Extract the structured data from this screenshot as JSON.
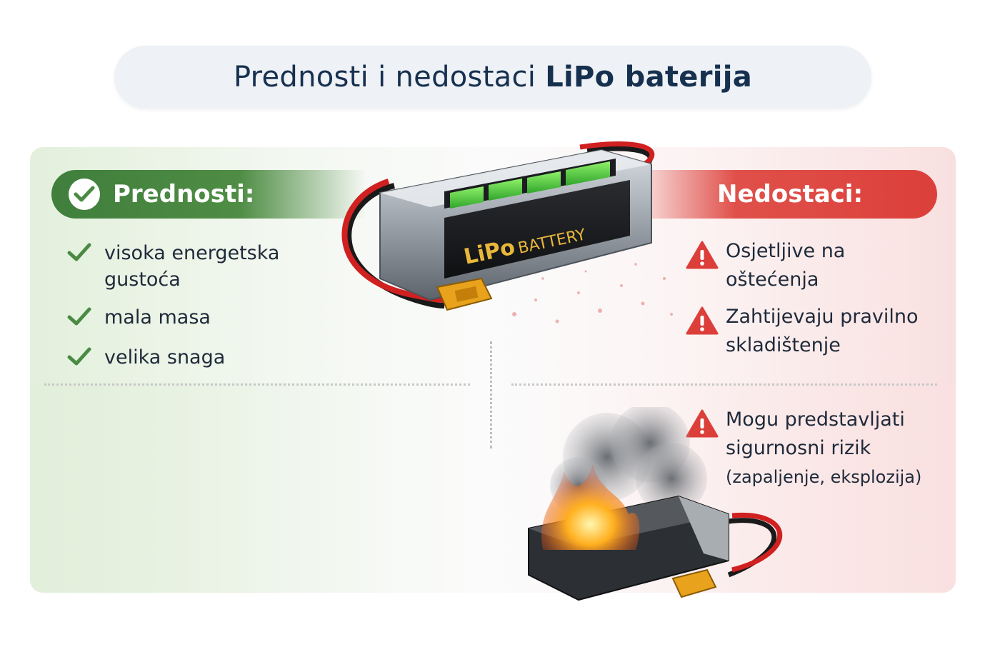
{
  "title": {
    "prefix": "Prednosti i nedostaci ",
    "bold": "LiPo baterija"
  },
  "pros": {
    "heading": "Prednosti:",
    "items": [
      {
        "line1": "visoka energetska",
        "line2": "gustoća"
      },
      {
        "line1": "mala masa"
      },
      {
        "line1": "velika snaga"
      }
    ]
  },
  "cons": {
    "heading": "Nedostaci:",
    "items": [
      {
        "line1": "Osjetljive na",
        "line2": "oštećenja"
      },
      {
        "line1": "Zahtijevaju pravilno",
        "line2": "skladištenje"
      },
      {
        "line1": "Mogu predstavljati",
        "line2": "sigurnosni rizik",
        "line3": "(zapaljenje, eksplozija)"
      }
    ]
  },
  "battery": {
    "label_lipo": "LiPo",
    "label_battery": "BATTERY"
  },
  "colors": {
    "pros_green": "#4a8a43",
    "cons_red": "#dc3f3a",
    "title_navy": "#16304f"
  }
}
